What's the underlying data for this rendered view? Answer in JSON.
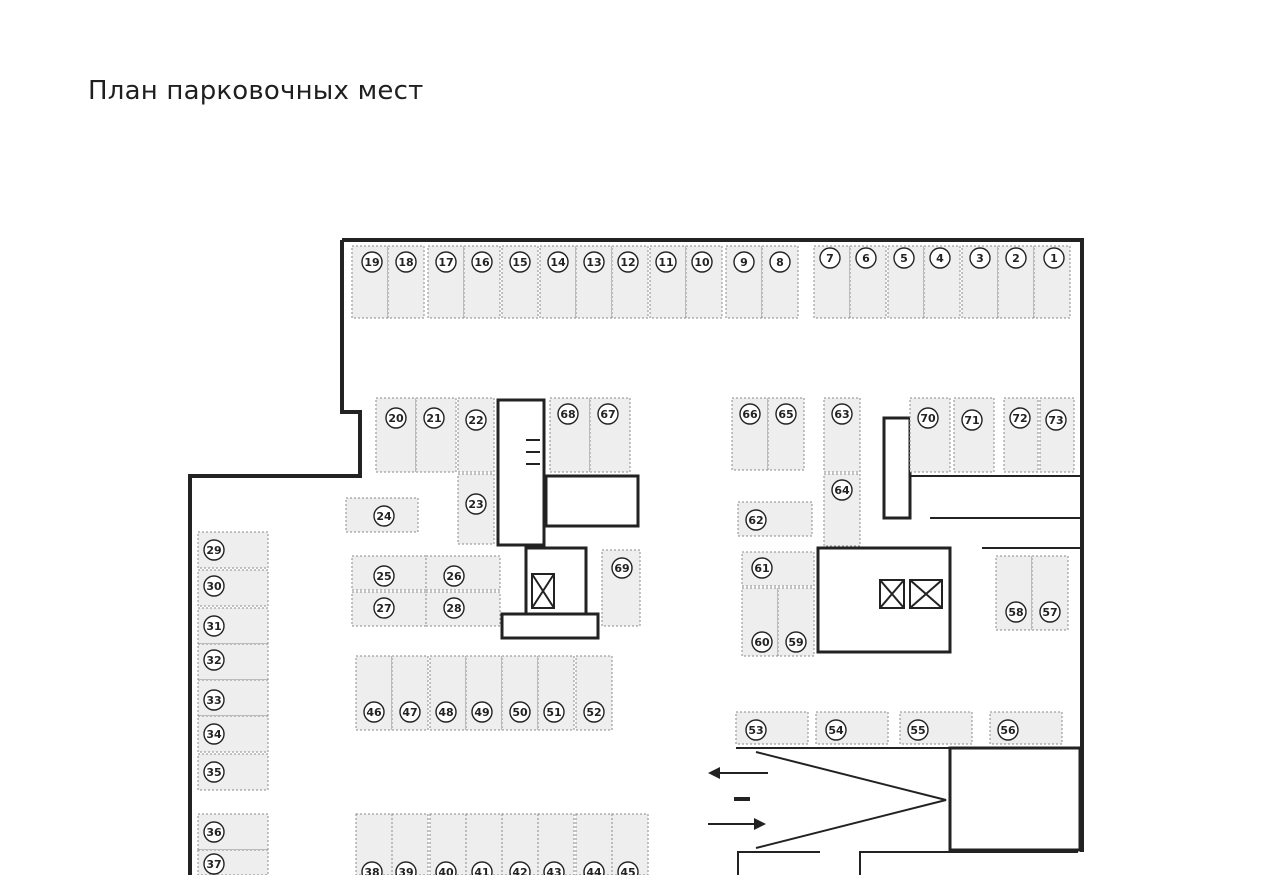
{
  "page": {
    "title": "План парковочных мест"
  },
  "plan": {
    "spot_fill": "#eeeeee",
    "wall_color": "#222222",
    "spots": [
      {
        "label": "19"
      },
      {
        "label": "18"
      },
      {
        "label": "17"
      },
      {
        "label": "16"
      },
      {
        "label": "15"
      },
      {
        "label": "14"
      },
      {
        "label": "13"
      },
      {
        "label": "12"
      },
      {
        "label": "11"
      },
      {
        "label": "10"
      },
      {
        "label": "9"
      },
      {
        "label": "8"
      },
      {
        "label": "7"
      },
      {
        "label": "6"
      },
      {
        "label": "5"
      },
      {
        "label": "4"
      },
      {
        "label": "3"
      },
      {
        "label": "2"
      },
      {
        "label": "1"
      },
      {
        "label": "20"
      },
      {
        "label": "21"
      },
      {
        "label": "22"
      },
      {
        "label": "23"
      },
      {
        "label": "24"
      },
      {
        "label": "25"
      },
      {
        "label": "26"
      },
      {
        "label": "27"
      },
      {
        "label": "28"
      },
      {
        "label": "68"
      },
      {
        "label": "67"
      },
      {
        "label": "69"
      },
      {
        "label": "66"
      },
      {
        "label": "65"
      },
      {
        "label": "63"
      },
      {
        "label": "64"
      },
      {
        "label": "62"
      },
      {
        "label": "61"
      },
      {
        "label": "60"
      },
      {
        "label": "59"
      },
      {
        "label": "70"
      },
      {
        "label": "71"
      },
      {
        "label": "72"
      },
      {
        "label": "73"
      },
      {
        "label": "58"
      },
      {
        "label": "57"
      },
      {
        "label": "29"
      },
      {
        "label": "30"
      },
      {
        "label": "31"
      },
      {
        "label": "32"
      },
      {
        "label": "33"
      },
      {
        "label": "34"
      },
      {
        "label": "35"
      },
      {
        "label": "36"
      },
      {
        "label": "37"
      },
      {
        "label": "46"
      },
      {
        "label": "47"
      },
      {
        "label": "48"
      },
      {
        "label": "49"
      },
      {
        "label": "50"
      },
      {
        "label": "51"
      },
      {
        "label": "52"
      },
      {
        "label": "53"
      },
      {
        "label": "54"
      },
      {
        "label": "55"
      },
      {
        "label": "56"
      },
      {
        "label": "38"
      },
      {
        "label": "39"
      },
      {
        "label": "40"
      },
      {
        "label": "41"
      },
      {
        "label": "42"
      },
      {
        "label": "43"
      },
      {
        "label": "44"
      },
      {
        "label": "45"
      }
    ]
  }
}
